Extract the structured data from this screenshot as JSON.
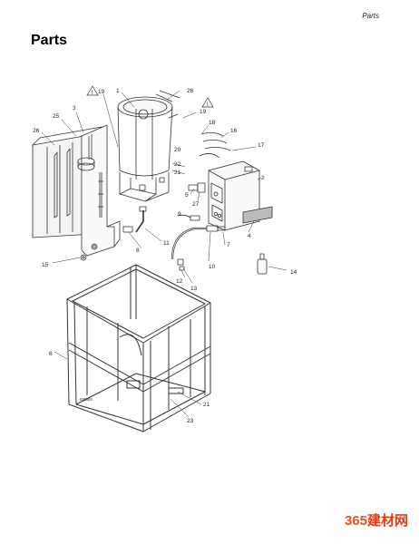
{
  "header": {
    "section": "Parts"
  },
  "page": {
    "title": "Parts"
  },
  "figure": {
    "id": "t09503",
    "callouts": [
      "1",
      "2",
      "3",
      "4",
      "5",
      "6",
      "7",
      "8",
      "9",
      "10",
      "11",
      "12",
      "13",
      "14",
      "15",
      "16",
      "17",
      "18",
      "19",
      "19",
      "20",
      "21",
      "21",
      "22",
      "23",
      "25",
      "26",
      "26",
      "27"
    ]
  },
  "watermark": {
    "brand_a": "365",
    "brand_b": "建材网"
  },
  "colors": {
    "line": "#333333",
    "watermark_orange": "#e8541a"
  }
}
